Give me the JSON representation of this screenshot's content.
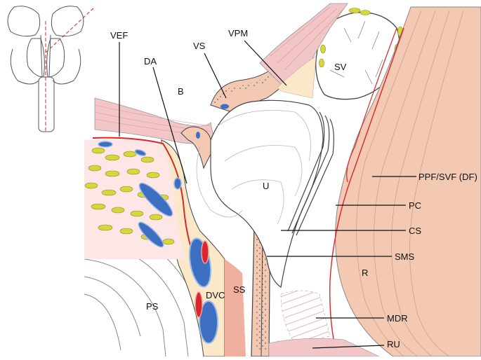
{
  "labels": {
    "vef": "VEF",
    "da": "DA",
    "b": "B",
    "vs": "VS",
    "vpm": "VPM",
    "sv": "SV",
    "u": "U",
    "ppf": "PPF/SVF (DF)",
    "pc": "PC",
    "cs": "CS",
    "sms": "SMS",
    "r": "R",
    "ps": "PS",
    "dvc": "DVC",
    "ss": "SS",
    "mdr": "MDR",
    "ru": "RU"
  },
  "colors": {
    "fat": "#d4d83a",
    "vein": "#3d6fc0",
    "artery": "#d8262a",
    "rectum": "#f4c9b3",
    "pink_tissue": "#f2c6c6",
    "sphincter": "#f0b0a0",
    "cream": "#fbe8c8",
    "outline": "#444444"
  }
}
